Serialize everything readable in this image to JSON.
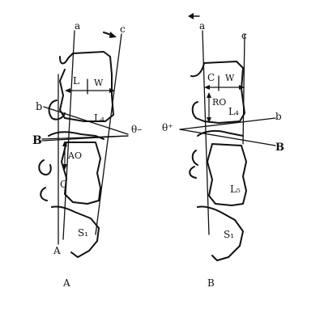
{
  "panel_a": {
    "caption": "A",
    "line_a": "a",
    "line_b": "b",
    "line_c": "c",
    "line_big_b": "B",
    "line_big_a": "A",
    "dim_l": "L",
    "dim_w": "W",
    "vert_l4": "L₄",
    "angle": "θ–",
    "offset": "AO",
    "point_c": "C",
    "sacrum": "S₁"
  },
  "panel_b": {
    "caption": "B",
    "line_a": "a",
    "line_b": "b",
    "line_c": "c",
    "line_big_b": "B",
    "dim_c": "C",
    "dim_w": "W",
    "vert_l4": "L₄",
    "angle": "θ⁺",
    "offset": "RO",
    "vert_l5": "L₅",
    "sacrum": "S₁"
  }
}
